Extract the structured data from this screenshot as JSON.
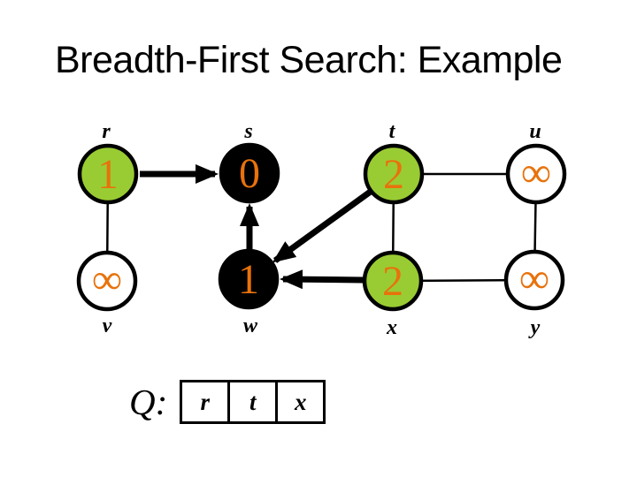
{
  "slide": {
    "title": "Breadth-First Search: Example"
  },
  "colors": {
    "frontier": "#99CC33",
    "visited": "#000000",
    "undiscovered": "#FFFFFF",
    "distance_text": "#E8720C",
    "edge": "#000000"
  },
  "graph": {
    "nodes": [
      {
        "id": "r",
        "label": "r",
        "distance": "1",
        "state": "frontier"
      },
      {
        "id": "s",
        "label": "s",
        "distance": "0",
        "state": "visited"
      },
      {
        "id": "t",
        "label": "t",
        "distance": "2",
        "state": "frontier"
      },
      {
        "id": "u",
        "label": "u",
        "distance": "∞",
        "state": "undiscovered"
      },
      {
        "id": "v",
        "label": "v",
        "distance": "∞",
        "state": "undiscovered"
      },
      {
        "id": "w",
        "label": "w",
        "distance": "1",
        "state": "visited"
      },
      {
        "id": "x",
        "label": "x",
        "distance": "2",
        "state": "frontier"
      },
      {
        "id": "y",
        "label": "y",
        "distance": "∞",
        "state": "undiscovered"
      }
    ],
    "tree_edges": [
      {
        "from": "r",
        "to": "s"
      },
      {
        "from": "w",
        "to": "s"
      },
      {
        "from": "t",
        "to": "w"
      },
      {
        "from": "x",
        "to": "w"
      }
    ],
    "plain_edges": [
      {
        "between": [
          "r",
          "v"
        ]
      },
      {
        "between": [
          "t",
          "u"
        ]
      },
      {
        "between": [
          "t",
          "x"
        ]
      },
      {
        "between": [
          "u",
          "y"
        ]
      },
      {
        "between": [
          "x",
          "y"
        ]
      }
    ]
  },
  "queue": {
    "label": "Q:",
    "items": [
      "r",
      "t",
      "x"
    ]
  }
}
